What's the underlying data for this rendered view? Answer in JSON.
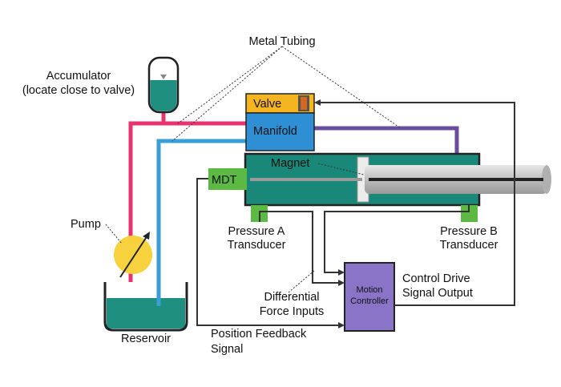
{
  "labels": {
    "metal_tubing": "Metal Tubing",
    "accumulator_line1": "Accumulator",
    "accumulator_line2": "(locate close to valve)",
    "valve": "Valve",
    "manifold": "Manifold",
    "magnet": "Magnet",
    "mdt": "MDT",
    "pump": "Pump",
    "pressure_a_line1": "Pressure A",
    "pressure_a_line2": "Transducer",
    "pressure_b_line1": "Pressure B",
    "pressure_b_line2": "Transducer",
    "motion_controller_line1": "Motion",
    "motion_controller_line2": "Controller",
    "control_drive_line1": "Control Drive",
    "control_drive_line2": "Signal Output",
    "differential_line1": "Differential",
    "differential_line2": "Force Inputs",
    "position_feedback_line1": "Position Feedback",
    "position_feedback_line2": "Signal",
    "reservoir": "Reservoir"
  },
  "colors": {
    "pressure_line": "#e8336e",
    "return_line": "#3a9fd8",
    "b_line": "#6a4c9c",
    "fluid": "#1f8f80",
    "cylinder": "#1a8878",
    "valve": "#f5b521",
    "manifold": "#2f8fd4",
    "transducer": "#5cb944",
    "controller": "#8a74c8",
    "pump": "#f7d23e",
    "rod": "#c8c8c8",
    "signal": "#333333"
  }
}
